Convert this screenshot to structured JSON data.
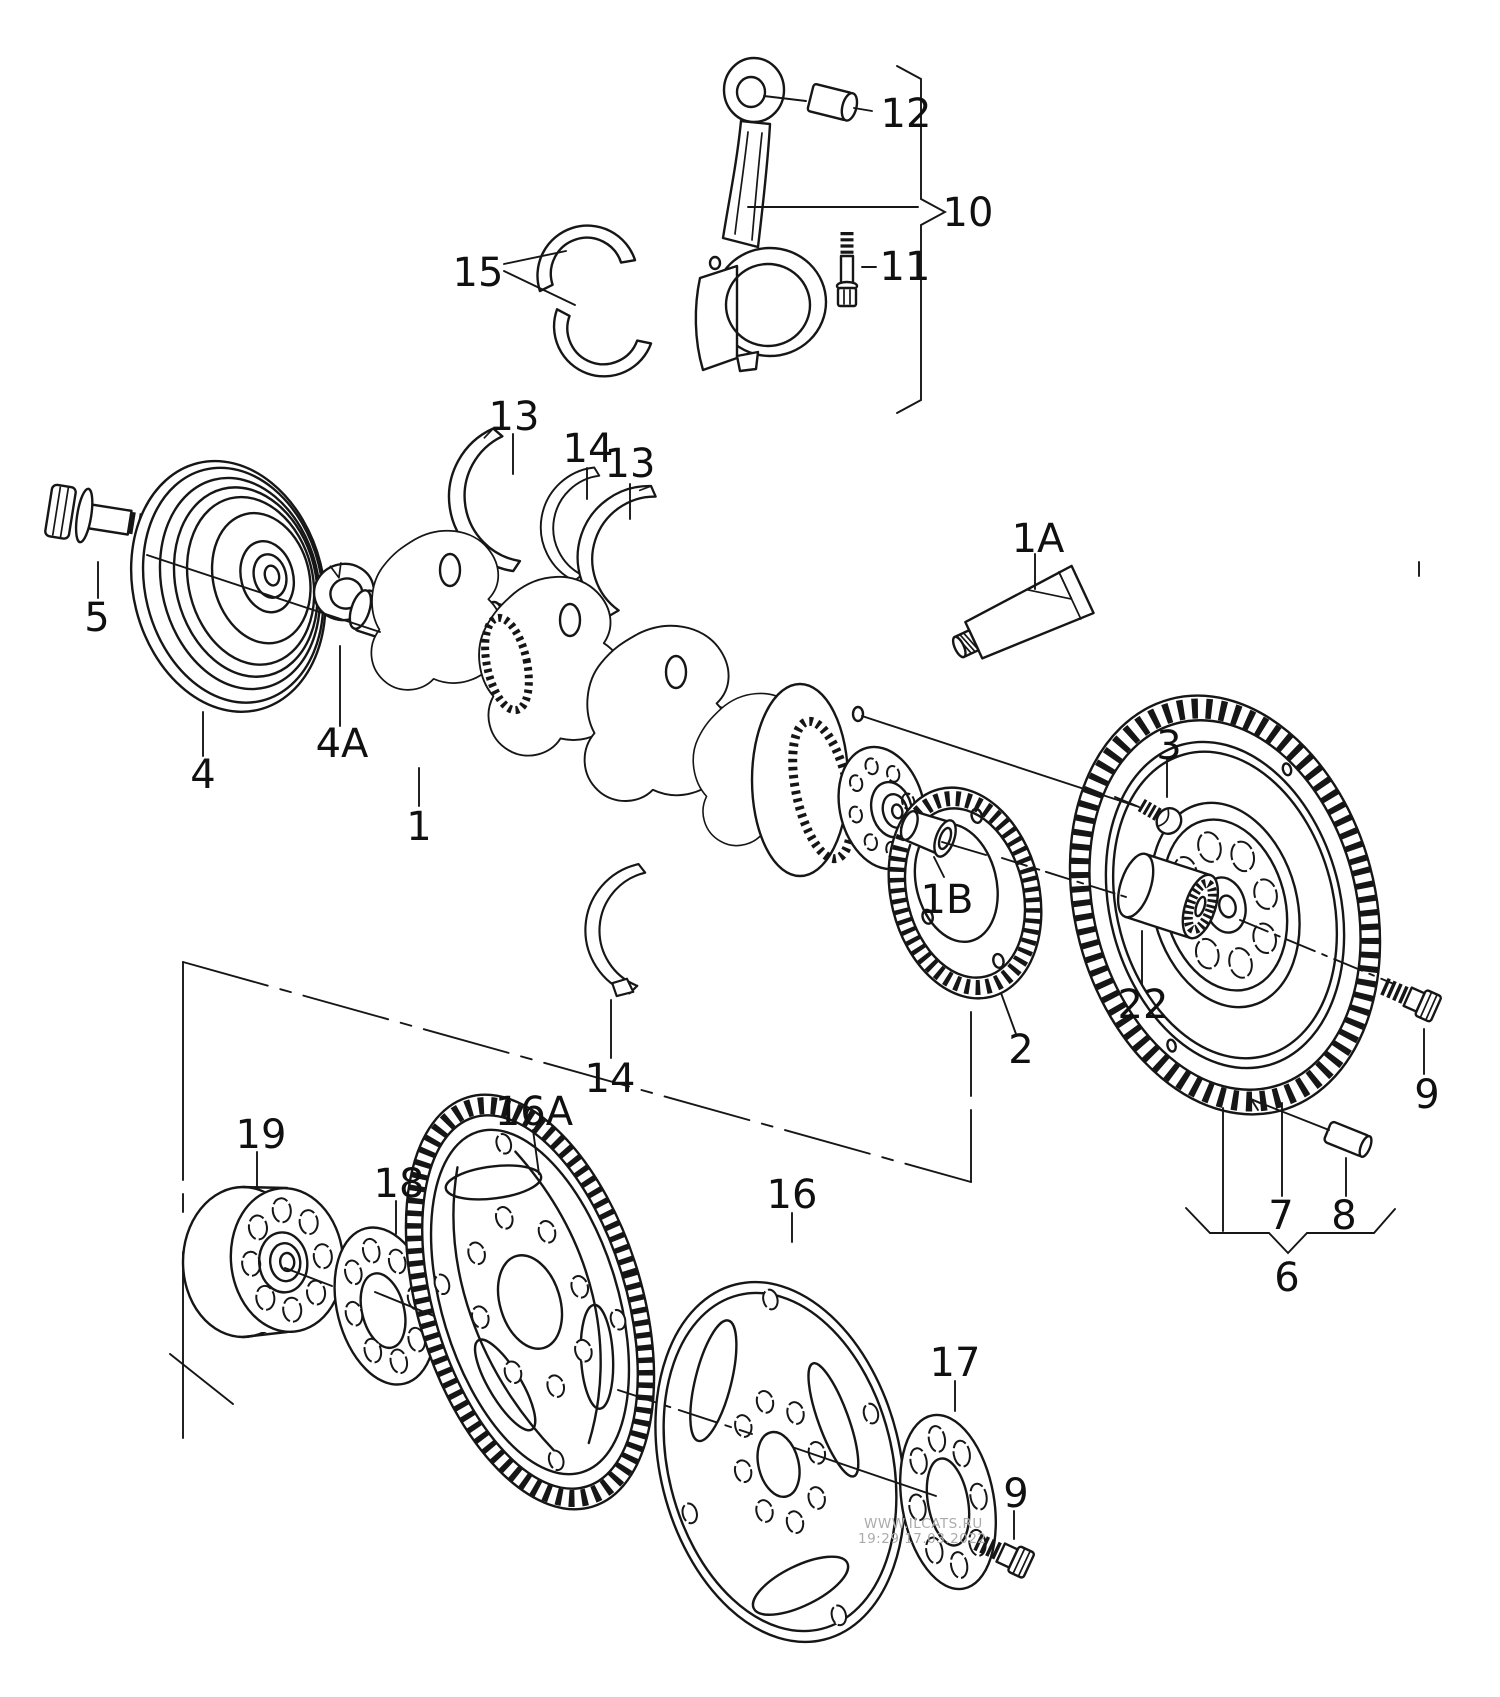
{
  "watermark": {
    "line1": "WWW.ILCATS.RU",
    "line2": "19:29 17.03.2022"
  },
  "colors": {
    "line": "#161616",
    "background": "#ffffff",
    "watermark": "#ababab"
  },
  "callouts": [
    {
      "label": "5"
    },
    {
      "label": "4"
    },
    {
      "label": "4A"
    },
    {
      "label": "1"
    },
    {
      "label": "13"
    },
    {
      "label": "14"
    },
    {
      "label": "13"
    },
    {
      "label": "15"
    },
    {
      "label": "12"
    },
    {
      "label": "10"
    },
    {
      "label": "11"
    },
    {
      "label": "1A"
    },
    {
      "label": "3"
    },
    {
      "label": "1B"
    },
    {
      "label": "2"
    },
    {
      "label": "22"
    },
    {
      "label": "9"
    },
    {
      "label": "7"
    },
    {
      "label": "8"
    },
    {
      "label": "6"
    },
    {
      "label": "14"
    },
    {
      "label": "19"
    },
    {
      "label": "18"
    },
    {
      "label": "16A"
    },
    {
      "label": "16"
    },
    {
      "label": "17"
    },
    {
      "label": "9"
    }
  ]
}
